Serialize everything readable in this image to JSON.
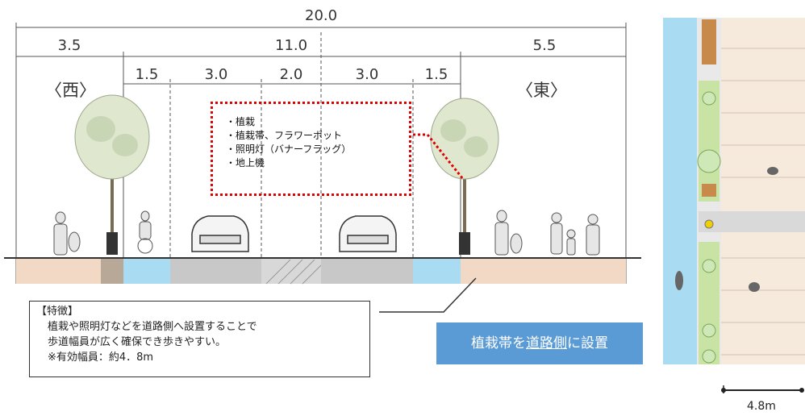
{
  "dimensions": {
    "total": "20.0",
    "west_sidewalk": "3.5",
    "roadway": "11.0",
    "east_sidewalk": "5.5",
    "sub": [
      "1.5",
      "3.0",
      "2.0",
      "3.0",
      "1.5"
    ]
  },
  "directions": {
    "west": "〈西〉",
    "east": "〈東〉"
  },
  "note": {
    "items": [
      "・植栽",
      "・植栽帯、フラワーポット",
      "・照明灯（バナーフラッグ）",
      "・地上機"
    ]
  },
  "feature": {
    "title": "【特徴】",
    "lines": [
      "植栽や照明灯などを道路側へ設置することで",
      "歩道幅員が広く確保でき歩きやすい。",
      "※有効幅員：約4．8m"
    ]
  },
  "label": {
    "part1": "植栽帯を",
    "part2": "道路側",
    "part3": "に設置"
  },
  "plan": {
    "width_label": "4.8m"
  },
  "colors": {
    "sidewalk": "#f2d9c5",
    "bike_lane": "#a9dcf2",
    "road": "#c8c8c8",
    "accent_red": "#e00000",
    "label_blue": "#5b9bd5",
    "water": "#a9dcf2",
    "planting": "#c9e3a5"
  }
}
